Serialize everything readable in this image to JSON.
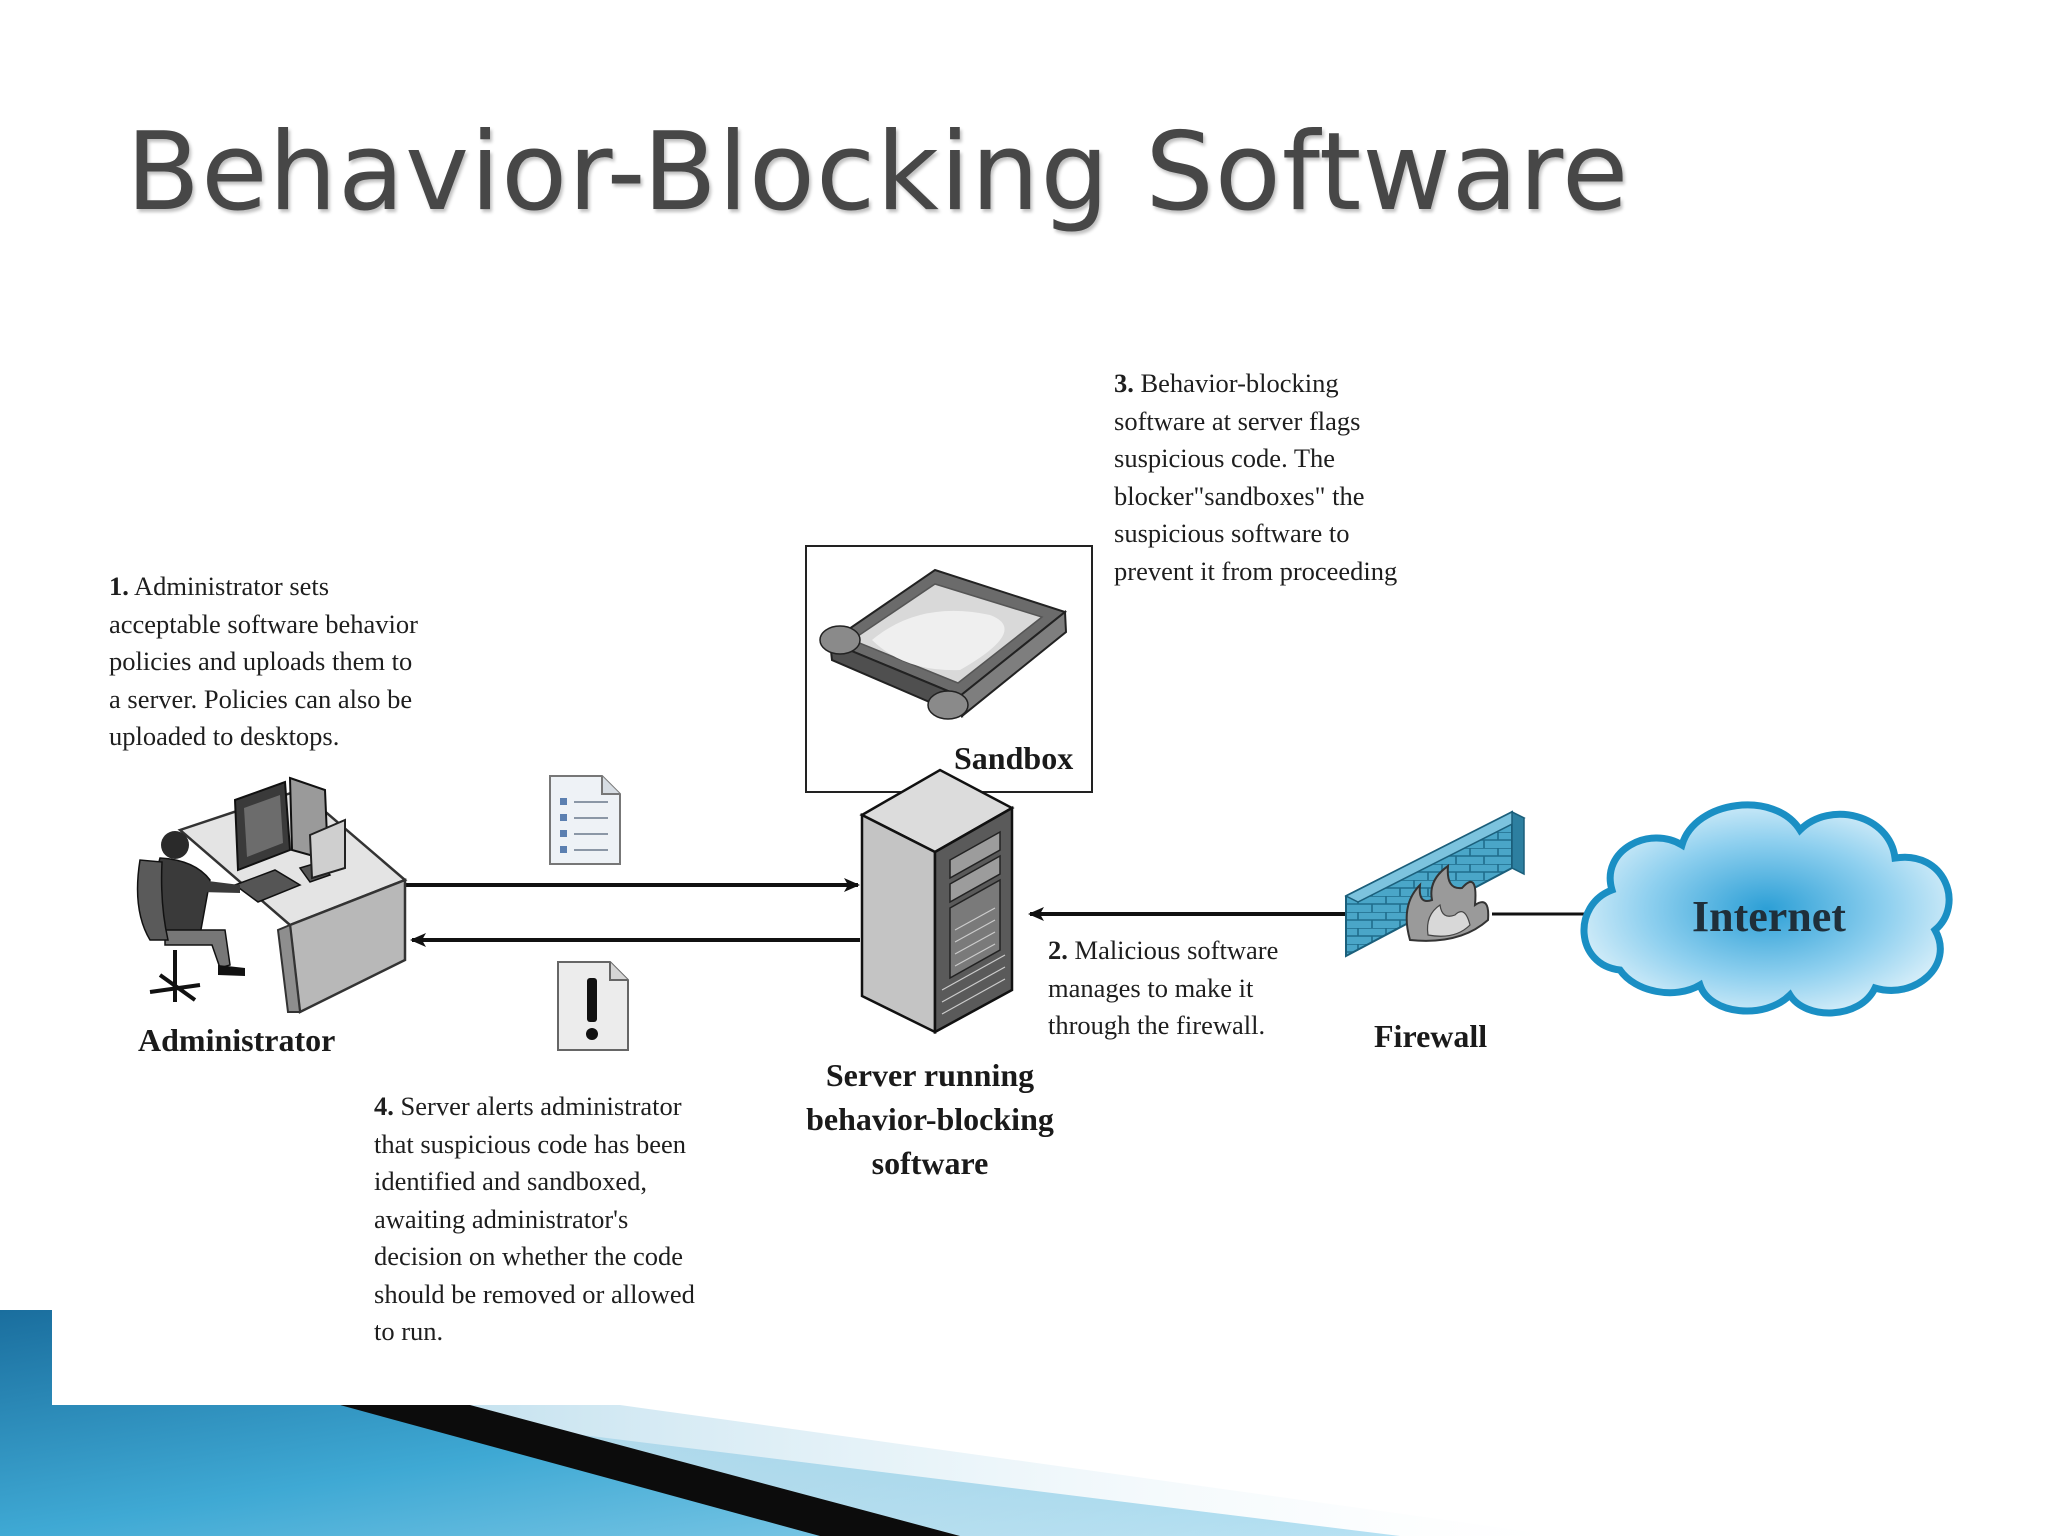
{
  "slide": {
    "title": "Behavior-Blocking Software"
  },
  "steps": [
    {
      "number": "1.",
      "lines": [
        "Administrator sets",
        "acceptable software behavior",
        "policies and uploads them to",
        "a server. Policies can also be",
        "uploaded to desktops."
      ]
    },
    {
      "number": "2.",
      "lines": [
        "Malicious software",
        "manages to make it",
        "through the firewall."
      ]
    },
    {
      "number": "3.",
      "lines": [
        "Behavior-blocking",
        "software at server flags",
        "suspicious code. The",
        "blocker\"sandboxes\" the",
        "suspicious software to",
        "prevent it from proceeding"
      ]
    },
    {
      "number": "4.",
      "lines": [
        "Server alerts administrator",
        "that suspicious code has been",
        "identified and sandboxed,",
        "awaiting administrator's",
        "decision on whether the code",
        "should be removed or allowed",
        "to run."
      ]
    }
  ],
  "nodes": {
    "administrator": "Administrator",
    "sandbox": "Sandbox",
    "server": [
      "Server running",
      "behavior-blocking",
      "software"
    ],
    "firewall": "Firewall",
    "internet": "Internet"
  },
  "icons": {
    "policy_document": "document-list-icon",
    "alert_document": "exclamation-document-icon",
    "administrator": "person-at-desk-icon",
    "server": "server-rack-icon",
    "sandbox": "sandbox-icon",
    "firewall": "brick-wall-fire-icon",
    "internet": "cloud-icon"
  },
  "colors": {
    "title": "#474747",
    "cloud_outline": "#1a8fc4",
    "cloud_fill": "#cfeaf7",
    "firewall": "#3a9cc0",
    "accent_corner": "#1f7fb0"
  }
}
